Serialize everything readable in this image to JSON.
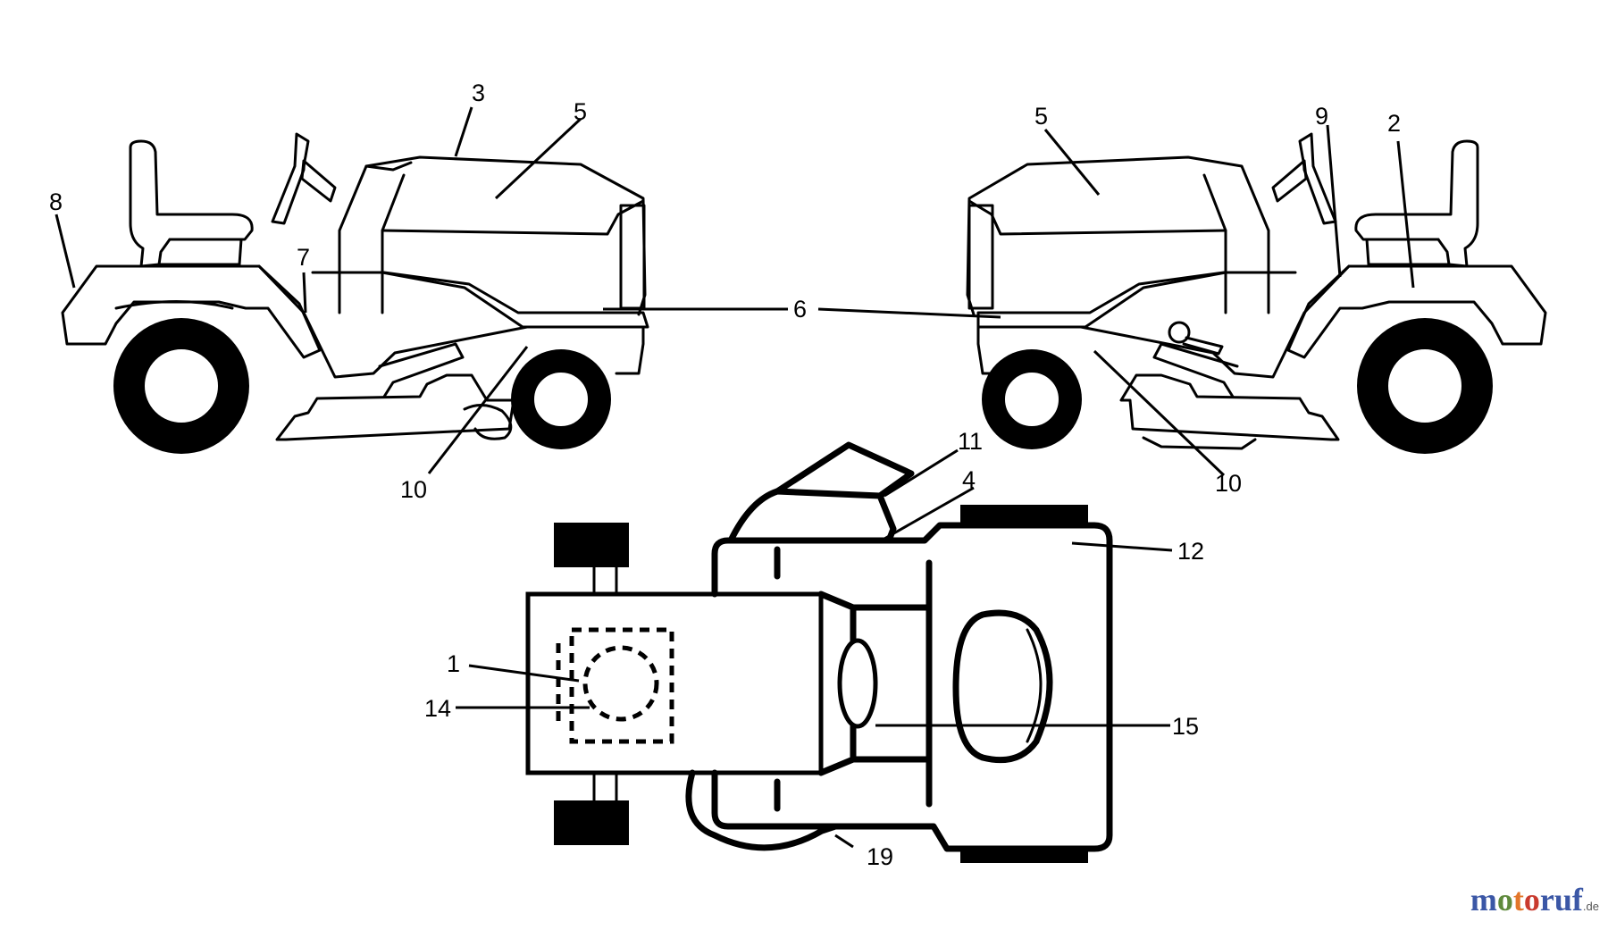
{
  "callouts": {
    "c1": "1",
    "c2": "2",
    "c3": "3",
    "c4": "4",
    "c5_left": "5",
    "c5_right": "5",
    "c6": "6",
    "c7": "7",
    "c8": "8",
    "c9": "9",
    "c10_left": "10",
    "c10_right": "10",
    "c11": "11",
    "c12": "12",
    "c14": "14",
    "c15": "15",
    "c19": "19"
  },
  "watermark": {
    "part1": "m",
    "part2": "o",
    "part3": "t",
    "part4": "o",
    "part5": "ruf",
    "suffix": ".de"
  },
  "colors": {
    "line": "#000000",
    "background": "#ffffff"
  }
}
